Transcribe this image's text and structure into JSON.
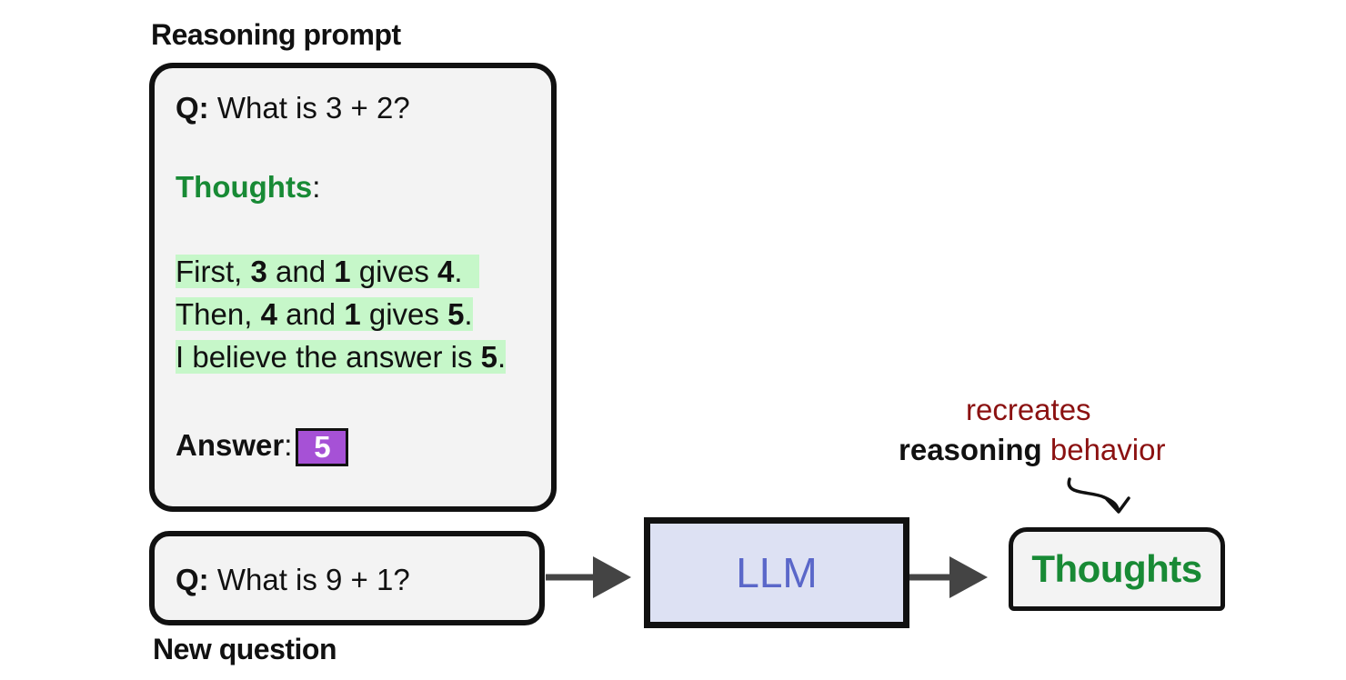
{
  "reasoning_prompt": {
    "heading": "Reasoning prompt",
    "question_prefix": "Q:",
    "question_text": " What is 3 + 2?",
    "thoughts_label": "Thoughts",
    "colon": ":",
    "lines": [
      {
        "parts": [
          "First, ",
          "3",
          " and ",
          "1",
          " gives ",
          "4",
          "."
        ]
      },
      {
        "parts": [
          "Then, ",
          "4",
          " and ",
          "1",
          " gives ",
          "5",
          "."
        ]
      },
      {
        "parts": [
          "I believe the answer is ",
          "5",
          "."
        ]
      }
    ],
    "answer_label": "Answer",
    "answer_value": "5"
  },
  "new_question": {
    "heading": "New question",
    "question_prefix": "Q:",
    "question_text": " What is 9 + 1?"
  },
  "llm": {
    "label": "LLM"
  },
  "output": {
    "label": "Thoughts"
  },
  "annotation": {
    "line1": "recreates",
    "line2_black": "reasoning",
    "line2_red": " behavior"
  },
  "colors": {
    "green": "#188a35",
    "highlight": "#c6f7c9",
    "answer_purple": "#a651d6",
    "llm_fill": "#dde1f3",
    "llm_text": "#5a67c9",
    "annotation_red": "#8b1111"
  }
}
